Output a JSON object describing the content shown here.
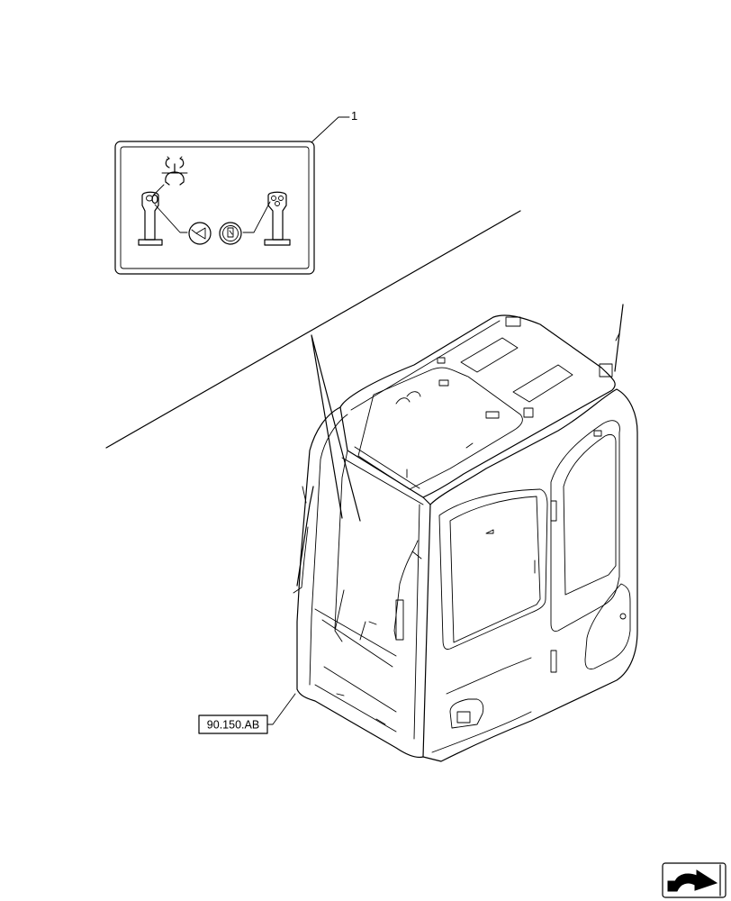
{
  "callouts": {
    "item_number": "1",
    "reference_label": "90.150.AB"
  },
  "icons": {
    "decal": "joystick-control-decal",
    "horn": "horn-icon",
    "engine_speed": "engine-speed-icon",
    "rotate_grab": "rotate-grab-icon",
    "nav": "next-page-arrow-icon"
  }
}
